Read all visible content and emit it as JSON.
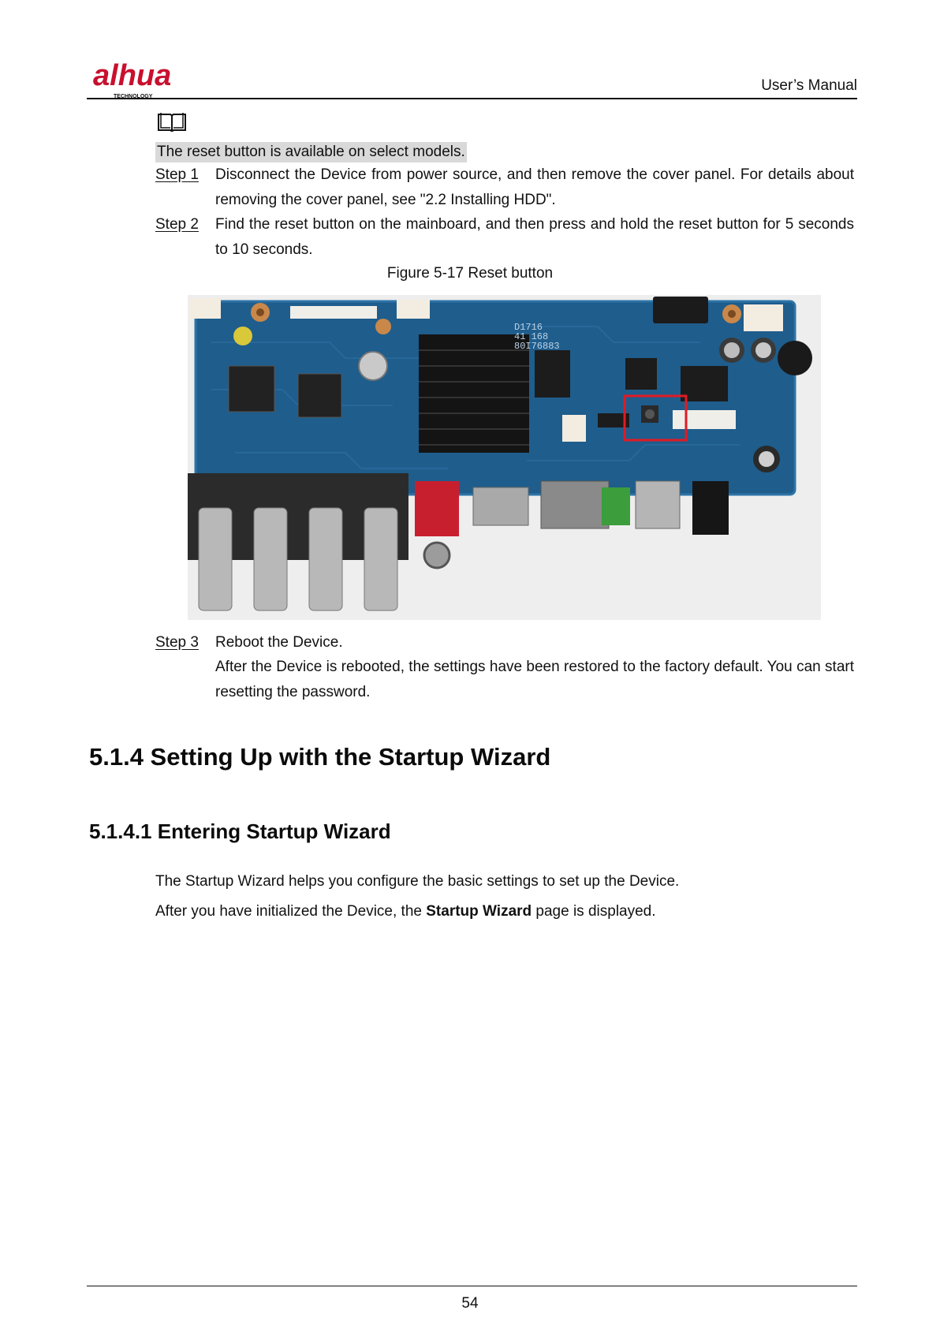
{
  "header": {
    "brand": "alhua",
    "brand_sub": "TECHNOLOGY",
    "manual_title": "User’s Manual"
  },
  "note": {
    "icon": "book-icon",
    "text": "The reset button is available on select models."
  },
  "steps": [
    {
      "label": "Step 1",
      "text": "Disconnect the Device from power source, and then remove the cover panel. For details about removing the cover panel, see \"2.2 Installing HDD\"."
    },
    {
      "label": "Step 2",
      "text": "Find the reset button on the mainboard, and then press and hold the reset button for 5 seconds to 10 seconds."
    },
    {
      "label": "Step 3",
      "text": "Reboot the Device.",
      "detail": "After the Device is rebooted, the settings have been restored to the factory default. You can start resetting the password."
    }
  ],
  "figure": {
    "caption": "Figure 5-17 Reset button",
    "chip_text": [
      "D1716",
      "41 168",
      "80I76883"
    ],
    "highlight_color": "#e01b24"
  },
  "section": {
    "heading": "5.1.4 Setting Up with the Startup Wizard",
    "subheading": "5.1.4.1 Entering Startup Wizard",
    "para1": "The Startup Wizard helps you configure the basic settings to set up the Device.",
    "para2_before": "After you have initialized the Device, the ",
    "para2_bold": "Startup Wizard",
    "para2_after": " page is displayed."
  },
  "footer": {
    "page_number": "54"
  }
}
